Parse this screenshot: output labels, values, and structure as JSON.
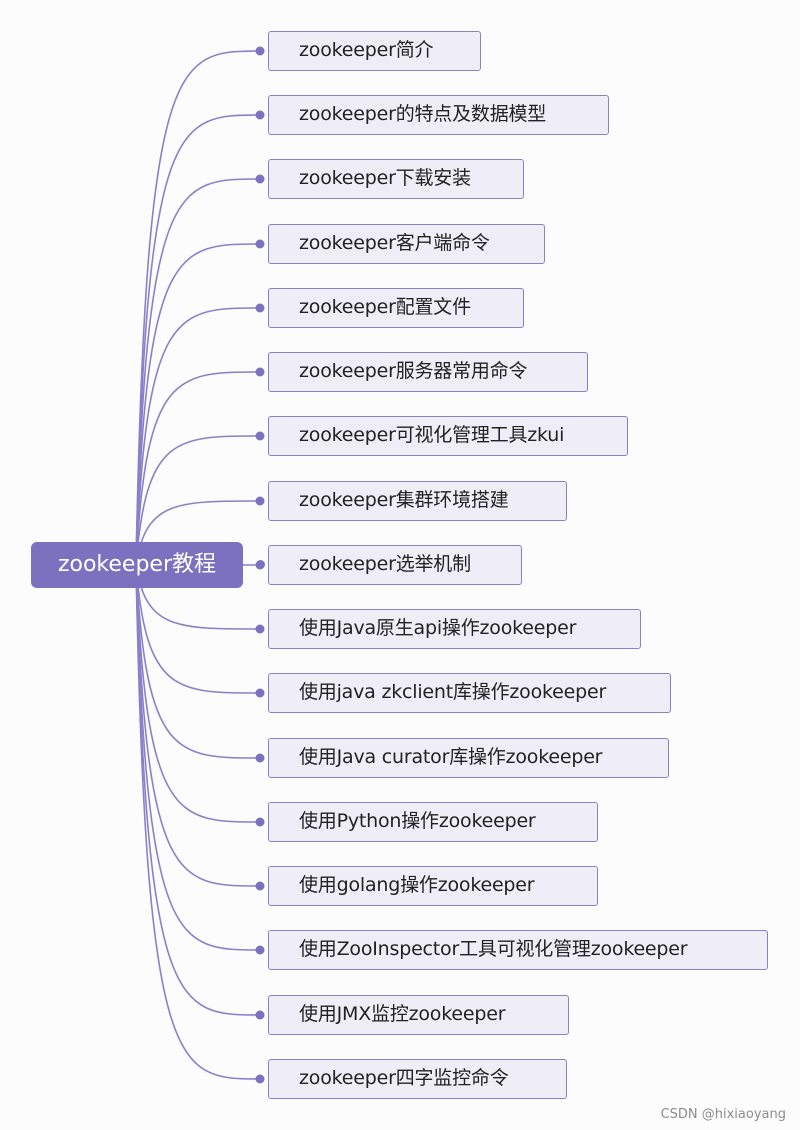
{
  "mindmap": {
    "root": "zookeeper教程",
    "branches": [
      "zookeeper简介",
      "zookeeper的特点及数据模型",
      "zookeeper下载安装",
      "zookeeper客户端命令",
      "zookeeper配置文件",
      "zookeeper服务器常用命令",
      "zookeeper可视化管理工具zkui",
      "zookeeper集群环境搭建",
      "zookeeper选举机制",
      "使用Java原生api操作zookeeper",
      "使用java zkclient库操作zookeeper",
      "使用Java curator库操作zookeeper",
      "使用Python操作zookeeper",
      "使用golang操作zookeeper",
      "使用ZooInspector工具可视化管理zookeeper",
      "使用JMX监控zookeeper",
      "zookeeper四字监控命令"
    ]
  },
  "colors": {
    "accent": "#7b71bf",
    "node_fill": "#efeef7",
    "node_border": "#8a80c9",
    "line": "#8a80c9",
    "background": "#fcfcfc"
  },
  "watermark": "CSDN @hixiaoyang"
}
